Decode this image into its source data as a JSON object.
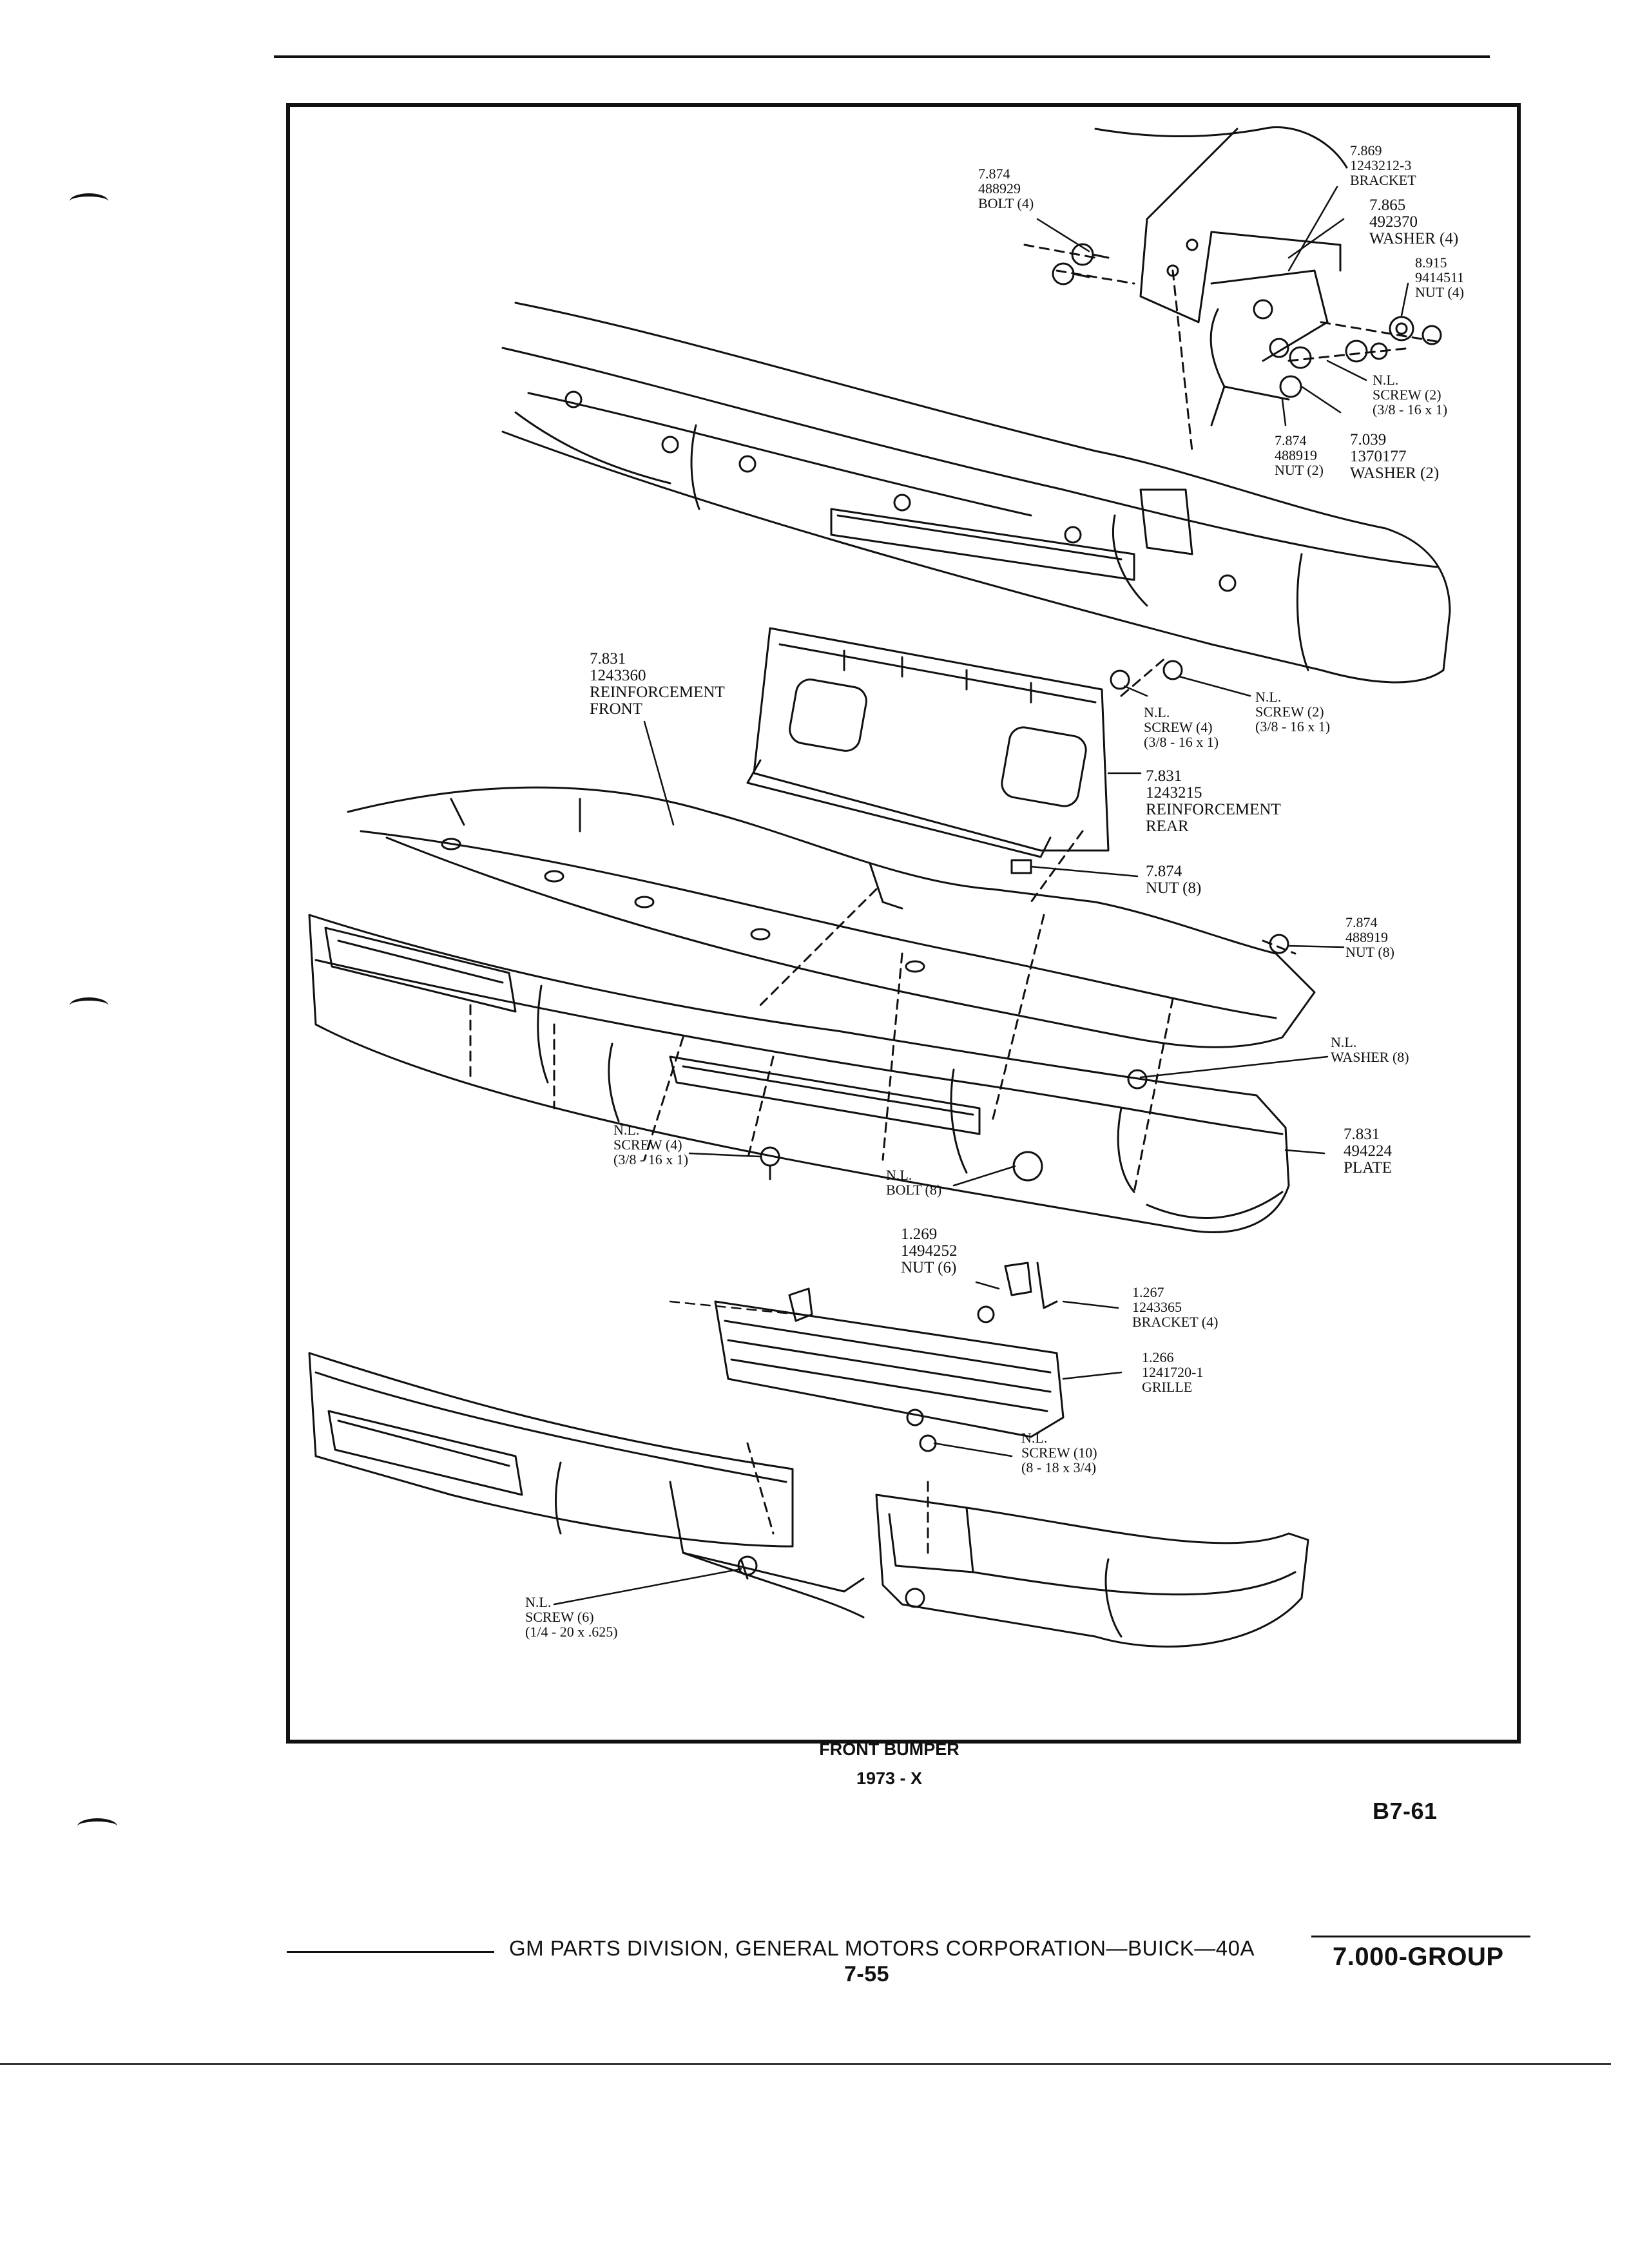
{
  "diagram": {
    "callouts": [
      {
        "id": "c1",
        "lines": [
          "7.869",
          "1243212-3",
          "BRACKET"
        ]
      },
      {
        "id": "c2",
        "lines": [
          "7.874",
          "488929",
          "BOLT (4)"
        ]
      },
      {
        "id": "c3",
        "lines": [
          "7.865",
          "492370",
          "WASHER (4)"
        ]
      },
      {
        "id": "c4",
        "lines": [
          "8.915",
          "9414511",
          "NUT (4)"
        ]
      },
      {
        "id": "c5",
        "lines": [
          "N.L.",
          "SCREW (2)",
          "(3/8 - 16 x 1)"
        ]
      },
      {
        "id": "c6",
        "lines": [
          "7.874",
          "488919",
          "NUT (2)"
        ]
      },
      {
        "id": "c7",
        "lines": [
          "7.039",
          "1370177",
          "WASHER (2)"
        ]
      },
      {
        "id": "c8",
        "lines": [
          "7.831",
          "1243360",
          "REINFORCEMENT",
          "FRONT"
        ]
      },
      {
        "id": "c9",
        "lines": [
          "N.L.",
          "SCREW (4)",
          "(3/8 - 16 x 1)"
        ]
      },
      {
        "id": "c10",
        "lines": [
          "N.L.",
          "SCREW (2)",
          "(3/8 - 16 x 1)"
        ]
      },
      {
        "id": "c11",
        "lines": [
          "7.831",
          "1243215",
          "REINFORCEMENT",
          "REAR"
        ]
      },
      {
        "id": "c12",
        "lines": [
          "7.874",
          "NUT (8)"
        ]
      },
      {
        "id": "c13",
        "lines": [
          "7.874",
          "488919",
          "NUT (8)"
        ]
      },
      {
        "id": "c14",
        "lines": [
          "N.L.",
          "WASHER (8)"
        ]
      },
      {
        "id": "c15",
        "lines": [
          "7.831",
          "494224",
          "PLATE"
        ]
      },
      {
        "id": "c16",
        "lines": [
          "N.L.",
          "SCREW (4)",
          "(3/8 - 16 x 1)"
        ]
      },
      {
        "id": "c17",
        "lines": [
          "N.L.",
          "BOLT (8)"
        ]
      },
      {
        "id": "c18",
        "lines": [
          "1.269",
          "1494252",
          "NUT (6)"
        ]
      },
      {
        "id": "c19",
        "lines": [
          "1.267",
          "1243365",
          "BRACKET (4)"
        ]
      },
      {
        "id": "c20",
        "lines": [
          "1.266",
          "1241720-1",
          "GRILLE"
        ]
      },
      {
        "id": "c21",
        "lines": [
          "N.L.",
          "SCREW (10)",
          "(8 - 18 x 3/4)"
        ]
      },
      {
        "id": "c22",
        "lines": [
          "N.L.",
          "SCREW (6)",
          "(1/4 - 20 x .625)"
        ]
      }
    ]
  },
  "caption": {
    "title": "FRONT BUMPER",
    "subtitle": "1973 - X"
  },
  "page_code": "B7-61",
  "footer": {
    "publisher": "GM PARTS DIVISION, GENERAL MOTORS CORPORATION—BUICK—40A",
    "page_number": "7-55",
    "group": "7.000-GROUP"
  }
}
